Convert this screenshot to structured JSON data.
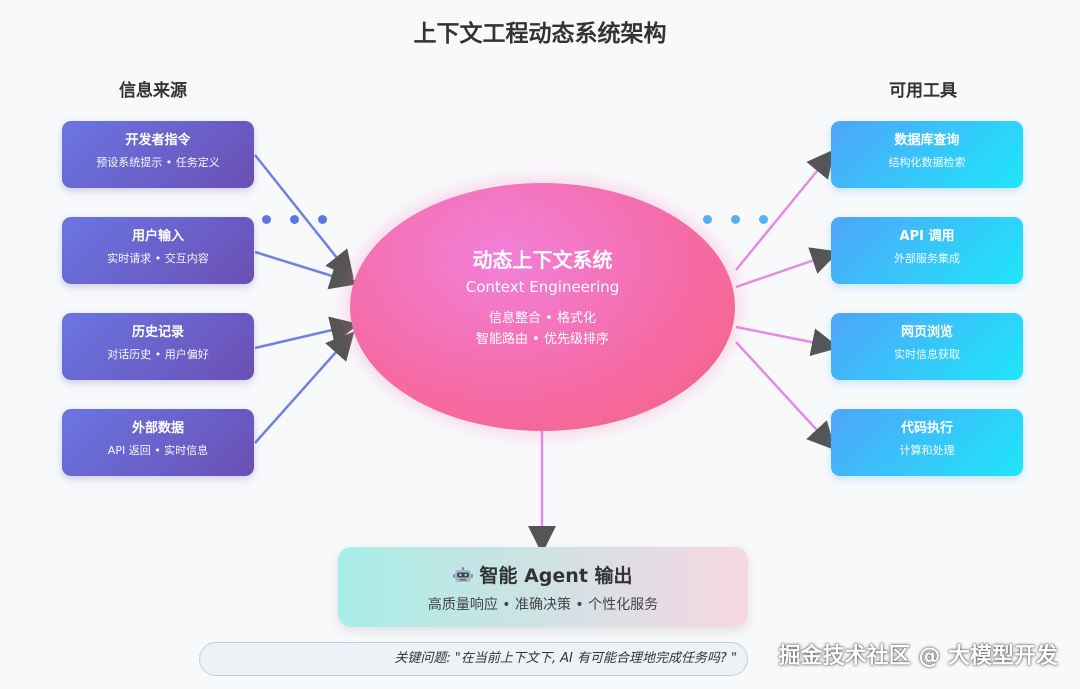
{
  "title": "上下文工程动态系统架构",
  "left_heading": "信息来源",
  "right_heading": "可用工具",
  "sources": [
    {
      "title": "开发者指令",
      "subtitle": "预设系统提示 • 任务定义"
    },
    {
      "title": "用户输入",
      "subtitle": "实时请求 • 交互内容"
    },
    {
      "title": "历史记录",
      "subtitle": "对话历史 • 用户偏好"
    },
    {
      "title": "外部数据",
      "subtitle": "API 返回 • 实时信息"
    }
  ],
  "tools": [
    {
      "title": "数据库查询",
      "subtitle": "结构化数据检索"
    },
    {
      "title": "API 调用",
      "subtitle": "外部服务集成"
    },
    {
      "title": "网页浏览",
      "subtitle": "实时信息获取"
    },
    {
      "title": "代码执行",
      "subtitle": "计算和处理"
    }
  ],
  "center": {
    "title": "动态上下文系统",
    "subtitle": "Context Engineering",
    "line1": "信息整合 • 格式化",
    "line2": "智能路由 • 优先级排序"
  },
  "output": {
    "icon": "robot-icon",
    "title": "智能 Agent 输出",
    "subtitle": "高质量响应 • 准确决策 • 个性化服务"
  },
  "question": "关键问题: \"在当前上下文下, AI 有可能合理地完成任务吗? \"",
  "watermark": "掘金技术社区 @ 大模型开发",
  "colors": {
    "source_gradient": [
      "#6a76e2",
      "#6b4fb5"
    ],
    "tool_gradient": [
      "#4fa4fb",
      "#1fe6f9"
    ],
    "center_gradient": [
      "#f280d9",
      "#f46380"
    ],
    "left_arrow": "#6f82df",
    "right_arrow": "#e58ae8",
    "arrowhead": "#555555"
  }
}
